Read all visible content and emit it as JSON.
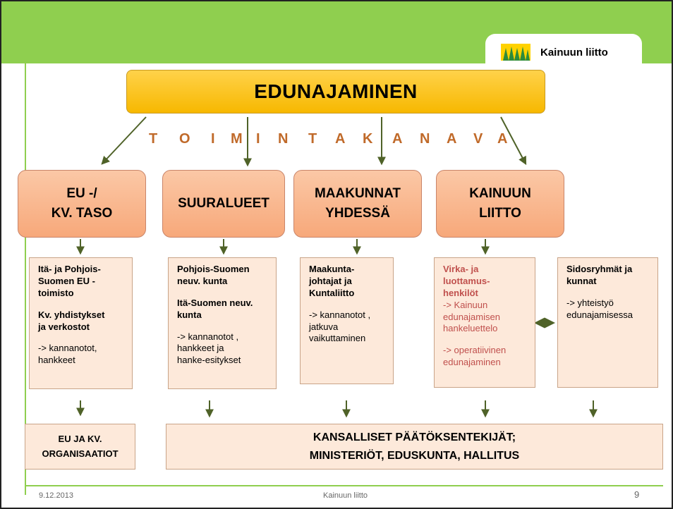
{
  "logo": {
    "text": "Kainuun liitto"
  },
  "title": "EDUNAJAMINEN",
  "channel_letters": [
    "T",
    "O",
    "I",
    "M",
    "I",
    "N",
    "T",
    "A",
    "K",
    "A",
    "N",
    "A",
    "V",
    "A"
  ],
  "levels": [
    {
      "label": "EU -/\nKV. TASO"
    },
    {
      "label": "SUURALUEET"
    },
    {
      "label": "MAAKUNNAT\nYHDESSÄ"
    },
    {
      "label": "KAINUUN\nLIITTO"
    }
  ],
  "details": {
    "eu": {
      "line1": "Itä- ja Pohjois-\nSuomen EU -\ntoimisto",
      "line2": "Kv. yhdistykset\nja verkostot",
      "line3": "-> kannanotot,\nhankkeet"
    },
    "suur": {
      "line1": "Pohjois-Suomen\nneuv. kunta",
      "line2": "Itä-Suomen neuv.\nkunta",
      "line3": "-> kannanotot ,\nhankkeet  ja\nhanke-esitykset"
    },
    "maak": {
      "line1": "Maakunta-\njohtajat ja\nKuntaliitto",
      "line2": "-> kannanotot ,\njatkuva\nvaikuttaminen"
    },
    "kainuu": {
      "line1": "Virka- ja\nluottamus-\nhenkilöt",
      "line2": "-> Kainuun\nedunajamisen\nhankeluettelo",
      "line3": "-> operatiivinen\nedunajaminen"
    },
    "sidos": {
      "line1": "Sidosryhmät ja\nkunnat",
      "line2": "-> yhteistyö\nedunajamisessa"
    }
  },
  "bottom": {
    "eu_org": "EU JA KV.\nORGANISAATIOT",
    "national": "KANSALLISET PÄÄTÖKSENTEKIJÄT;\nMINISTERIÖT,  EDUSKUNTA,  HALLITUS"
  },
  "footer": {
    "date": "9.12.2013",
    "center": "Kainuun liitto",
    "page": "9"
  },
  "colors": {
    "accent_green": "#8fcf4f",
    "arrow_green": "#4f6228",
    "title_yellow": "#f7b800",
    "level_orange": "#f7a87a",
    "detail_fill": "#fde9da",
    "red_text": "#c0504d",
    "channel_text": "#c06a2a"
  }
}
